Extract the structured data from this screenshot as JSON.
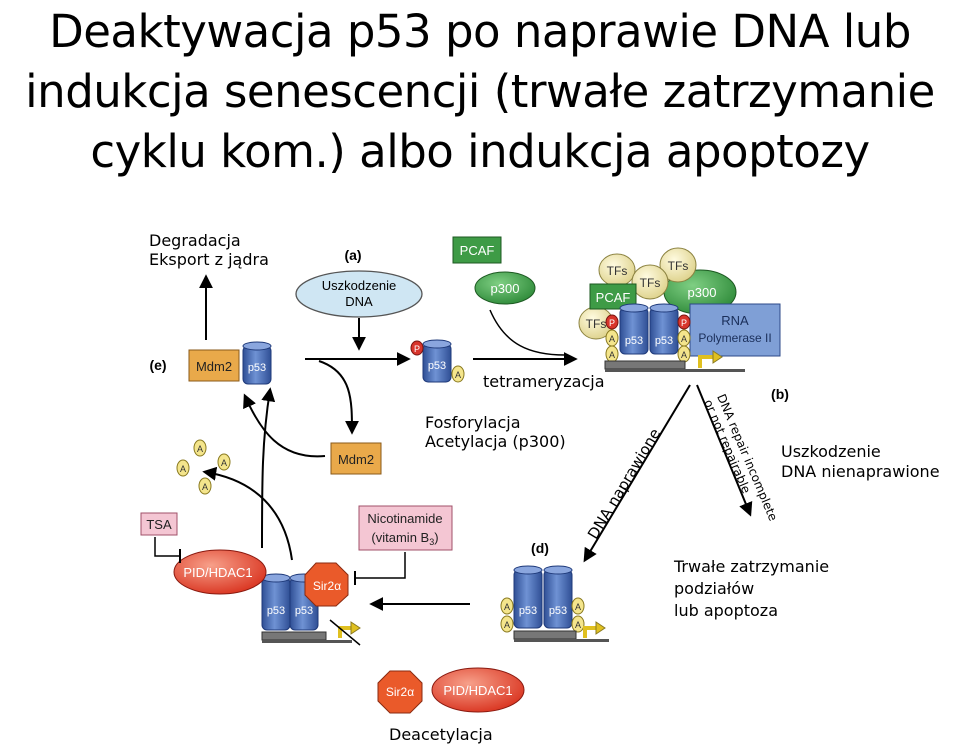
{
  "title": {
    "line1": "Deaktywacja p53 po naprawie DNA lub",
    "line2": "indukcja senescencji (trwałe zatrzymanie",
    "line3": "cyklu kom.) albo indukcja apoptozy"
  },
  "labels": {
    "degradation": "Degradacja",
    "export": "Eksport z jądra",
    "a": "(a)",
    "b": "(b)",
    "d": "(d)",
    "e": "(e)",
    "damage_l1": "Uszkodzenie",
    "damage_l2": "DNA",
    "tetra": "tetrameryzacja",
    "phos": "Fosforylacja",
    "acet": "Acetylacja (p300)",
    "repaired": "DNA naprawione",
    "repair_incomplete_l1": "DNA repair incomplete",
    "repair_incomplete_l2": "or not repairable",
    "unrepaired_l1": "Uszkodzenie",
    "unrepaired_l2": "DNA nienaprawione",
    "arrest_l1": "Trwałe zatrzymanie",
    "arrest_l2": "podziałów",
    "arrest_l3": "lub apoptoza",
    "deacetyl": "Deacetylacja",
    "tsa": "TSA",
    "nicotinamide_l1": "Nicotinamide",
    "nicotinamide_l2": "(vitamin B",
    "nicotinamide_sub": "3",
    "nicotinamide_close": ")",
    "p53": "p53",
    "mdm2": "Mdm2",
    "pcaf": "PCAF",
    "p300": "p300",
    "tfs": "TFs",
    "rnapol_l1": "RNA",
    "rnapol_l2": "Polymerase II",
    "pid_hdac1": "PID/HDAC1",
    "sir2a": "Sir2α",
    "A": "A",
    "P": "P"
  },
  "colors": {
    "p53": "#4a6fb5",
    "mdm2": "#e9a94a",
    "pcaf": "#3e9b46",
    "p300": "#3f9b4a",
    "tfs": "#efe7a6",
    "rnapol": "#7f9fd6",
    "hdac": "#e8432f",
    "sir2": "#ea5a2a",
    "damage": "#cfe6f3",
    "acetyl": "#f4e58c",
    "phospho": "#d8352c",
    "tsa": "#f4c6d3"
  }
}
